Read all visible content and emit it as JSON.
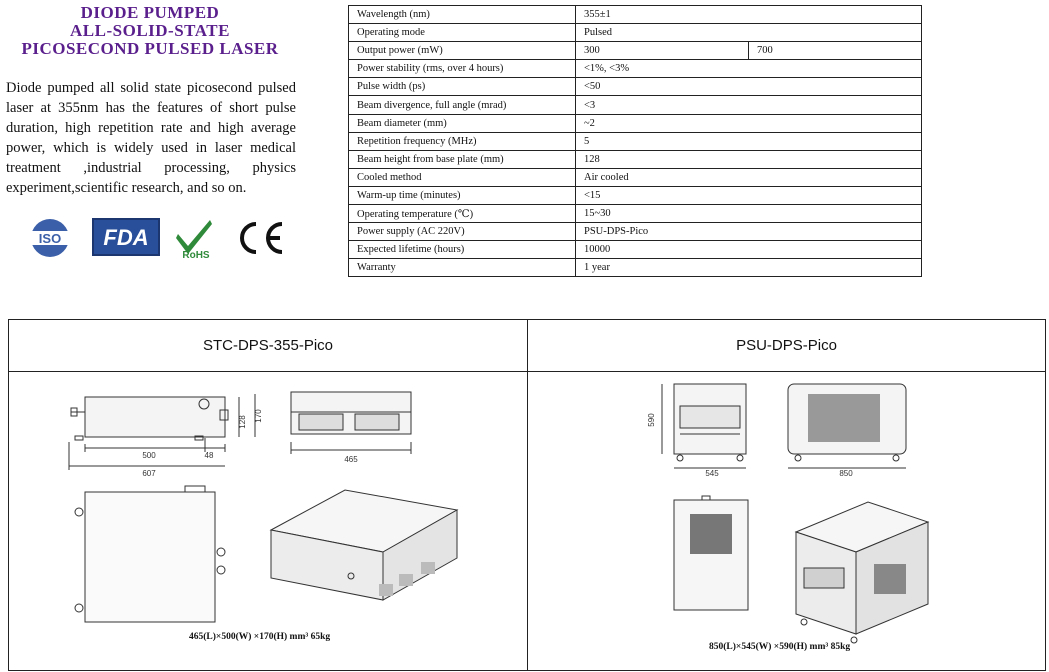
{
  "title": {
    "line1": "DIODE PUMPED",
    "line2": "ALL-SOLID-STATE",
    "line3": "PICOSECOND PULSED LASER"
  },
  "intro": "Diode pumped all solid state picosecond pulsed laser at 355nm has the features of short pulse duration, high repetition rate and high average power, which is widely used in laser medical treatment ,industrial processing, physics experiment,scientific research, and so on.",
  "logos": [
    {
      "icon": "iso-logo",
      "text": "ISO"
    },
    {
      "icon": "fda-logo",
      "text": "FDA"
    },
    {
      "icon": "rohs-logo",
      "text": "RoHS"
    },
    {
      "icon": "ce-logo",
      "text": "CE"
    }
  ],
  "specs": [
    {
      "label": "Wavelength (nm)",
      "value": "355±1"
    },
    {
      "label": "Operating mode",
      "value": "Pulsed"
    },
    {
      "label": "Output power (mW)",
      "value": "300",
      "value2": "700"
    },
    {
      "label": "Power stability (rms, over 4 hours)",
      "value": "<1%,  <3%"
    },
    {
      "label": "Pulse width (ps)",
      "value": "<50"
    },
    {
      "label": "Beam divergence, full angle (mrad)",
      "value": "<3"
    },
    {
      "label": "Beam diameter (mm)",
      "value": "~2"
    },
    {
      "label": "Repetition frequency (MHz)",
      "value": "5"
    },
    {
      "label": "Beam height from base plate (mm)",
      "value": "128"
    },
    {
      "label": "Cooled method",
      "value": "Air cooled"
    },
    {
      "label": "Warm-up time (minutes)",
      "value": "<15"
    },
    {
      "label": "Operating temperature (℃)",
      "value": "15~30"
    },
    {
      "label": "Power supply (AC 220V)",
      "value": "PSU-DPS-Pico"
    },
    {
      "label": "Expected lifetime (hours)",
      "value": "10000"
    },
    {
      "label": "Warranty",
      "value": "1 year"
    }
  ],
  "drawings": {
    "left": {
      "heading": "STC-DPS-355-Pico",
      "dims_500": "500",
      "dims_48": "48",
      "dims_607": "607",
      "dims_128": "128",
      "dims_170": "170",
      "dims_465": "465",
      "caption": "465(L)×500(W) ×170(H) mm³    65kg"
    },
    "right": {
      "heading": "PSU-DPS-Pico",
      "dims_590": "590",
      "dims_545": "545",
      "dims_850": "850",
      "caption": "850(L)×545(W) ×590(H) mm³    85kg"
    }
  },
  "colors": {
    "title": "#5a1f8c",
    "iso": "#3b5fa8",
    "fda": "#2a4f9a",
    "rohs_green": "#2f8a3a",
    "rohs_red": "#c43b2e"
  }
}
